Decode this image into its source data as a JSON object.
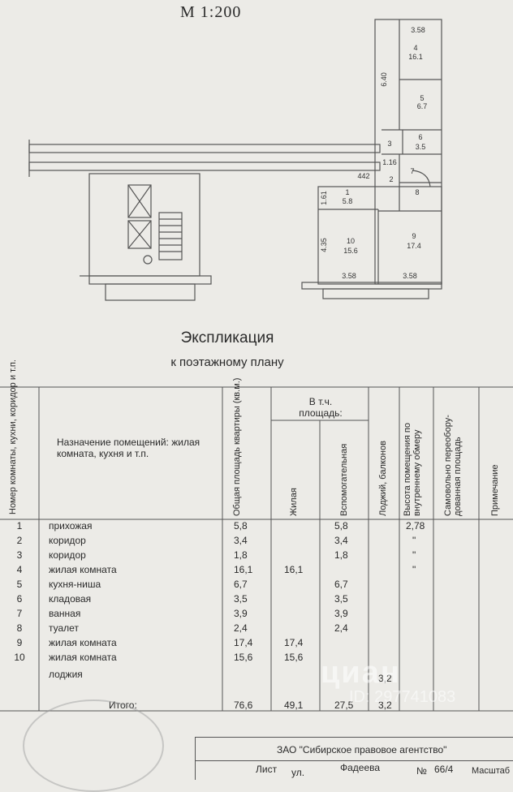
{
  "plan": {
    "scale": "M  1:200",
    "labels": {
      "top_dim": "3.58",
      "r4": "4",
      "r4_area": "16.1",
      "dim_640": "6.40",
      "r5": "5",
      "r5_area": "6.7",
      "r3": "3",
      "r6": "6",
      "r6_area": "3.5",
      "dim_116": "1.16",
      "dim_442": "442",
      "r2": "2",
      "r7": "7",
      "r8": "8",
      "dim_161": "1.61",
      "r1": "1",
      "r1_area": "5.8",
      "dim_435": "4.35",
      "r10": "10",
      "r10_area": "15.6",
      "r9": "9",
      "r9_area": "17.4",
      "bottom_dim_left": "3.58",
      "bottom_dim_right": "3.58"
    }
  },
  "explication": {
    "title": "Экспликация",
    "subtitle": "к поэтажному плану"
  },
  "table": {
    "headers": {
      "num": "Номер комнаты, кухни, коридор и т.п.",
      "purpose": "Назначение помещений: жилая комната, кухня и т.п.",
      "total": "Общая площадь квартиры (кв.м.)",
      "incl": "В т.ч. площадь:",
      "living": "Жилая",
      "aux": "Вспомогательная",
      "loggia": "Лоджий, балконов",
      "height": "Высота помещения по внутреннему обмеру",
      "unauth": "Самовольно переобору- дованная площадь",
      "note": "Примечание"
    },
    "rows": [
      {
        "n": "1",
        "name": "прихожая",
        "total": "5,8",
        "living": "",
        "aux": "5,8",
        "loggia": "",
        "height": "2,78"
      },
      {
        "n": "2",
        "name": "коридор",
        "total": "3,4",
        "living": "",
        "aux": "3,4",
        "loggia": "",
        "height": "\""
      },
      {
        "n": "3",
        "name": "коридор",
        "total": "1,8",
        "living": "",
        "aux": "1,8",
        "loggia": "",
        "height": "\""
      },
      {
        "n": "4",
        "name": "жилая комната",
        "total": "16,1",
        "living": "16,1",
        "aux": "",
        "loggia": "",
        "height": "\""
      },
      {
        "n": "5",
        "name": "кухня-ниша",
        "total": "6,7",
        "living": "",
        "aux": "6,7",
        "loggia": "",
        "height": ""
      },
      {
        "n": "6",
        "name": "кладовая",
        "total": "3,5",
        "living": "",
        "aux": "3,5",
        "loggia": "",
        "height": ""
      },
      {
        "n": "7",
        "name": "ванная",
        "total": "3,9",
        "living": "",
        "aux": "3,9",
        "loggia": "",
        "height": ""
      },
      {
        "n": "8",
        "name": "туалет",
        "total": "2,4",
        "living": "",
        "aux": "2,4",
        "loggia": "",
        "height": ""
      },
      {
        "n": "9",
        "name": "жилая комната",
        "total": "17,4",
        "living": "17,4",
        "aux": "",
        "loggia": "",
        "height": ""
      },
      {
        "n": "10",
        "name": "жилая комната",
        "total": "15,6",
        "living": "15,6",
        "aux": "",
        "loggia": "",
        "height": ""
      },
      {
        "n": "",
        "name": "лоджия",
        "total": "",
        "living": "",
        "aux": "",
        "loggia": "3,2",
        "height": ""
      }
    ],
    "total_row": {
      "label": "Итого:",
      "total": "76,6",
      "living": "49,1",
      "aux": "27,5",
      "loggia": "3,2"
    }
  },
  "watermark": {
    "brand": "циан",
    "id": "ID: 297741083"
  },
  "footer": {
    "org": "ЗАО \"Сибирское правовое агентство\"",
    "sheet": "Лист",
    "street_prefix": "ул.",
    "street": "Фадеева",
    "num_sign": "№",
    "house": "66/4",
    "scale_label": "Масштаб"
  }
}
